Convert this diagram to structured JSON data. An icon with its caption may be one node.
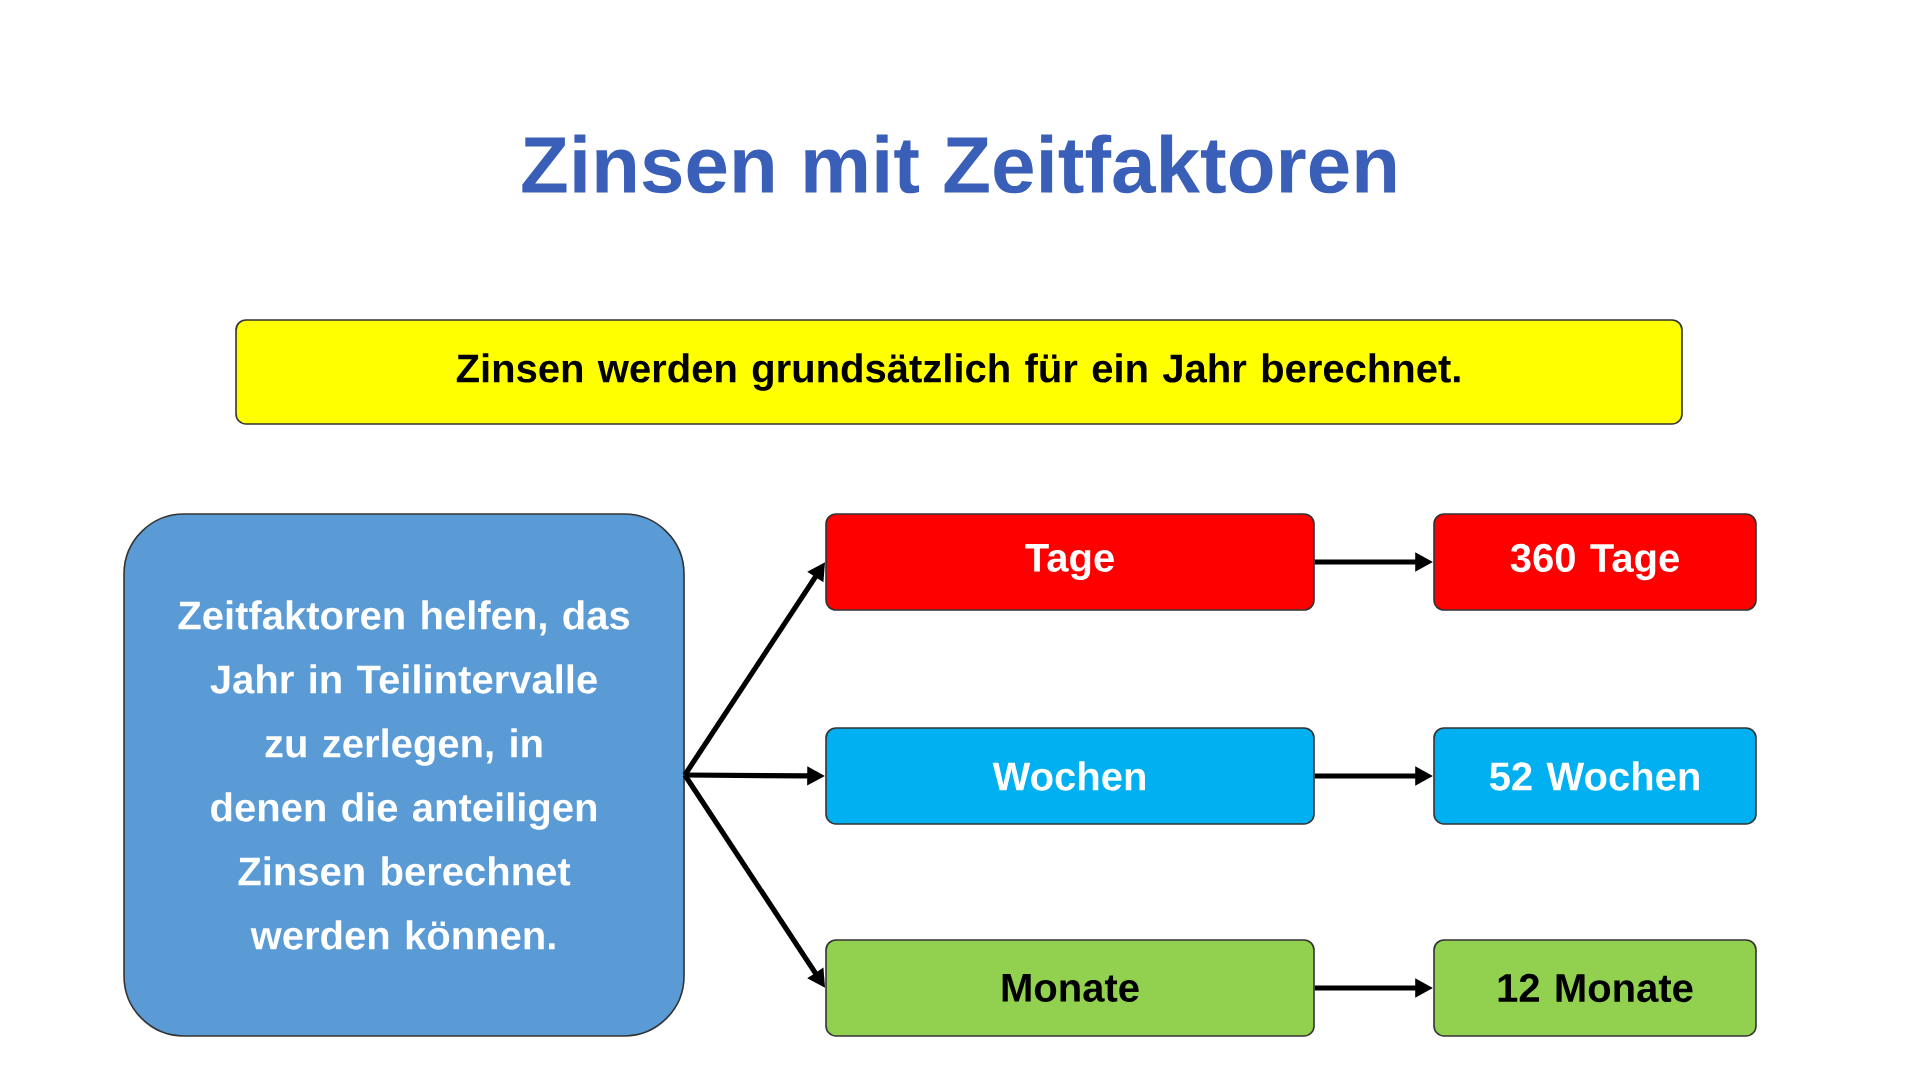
{
  "diagram": {
    "title": "Zinsen mit Zeitfaktoren",
    "nodes": [
      {
        "text": [
          "Zinsen werden grundsätzlich für ein Jahr berechnet."
        ]
      },
      {
        "text": [
          "Zeitfaktoren helfen, das Jahr in Teilintervalle zu zerlegen, in denen die anteiligen Zinsen berechnet werden können."
        ]
      },
      {
        "text": [
          "Tage"
        ]
      },
      {
        "text": [
          "360 Tage"
        ]
      },
      {
        "text": [
          "Wochen"
        ]
      },
      {
        "text": [
          "52 Wochen"
        ]
      },
      {
        "text": [
          "Monate"
        ]
      },
      {
        "text": [
          "12 Monate"
        ]
      }
    ],
    "edges": [
      {
        "from": 1,
        "to": 2,
        "arrow": "to"
      },
      {
        "from": 1,
        "to": 4,
        "arrow": "to"
      },
      {
        "from": 1,
        "to": 6,
        "arrow": "to"
      },
      {
        "from": 2,
        "to": 3,
        "arrow": "to"
      },
      {
        "from": 4,
        "to": 5,
        "arrow": "to"
      },
      {
        "from": 6,
        "to": 7,
        "arrow": "to"
      }
    ]
  }
}
